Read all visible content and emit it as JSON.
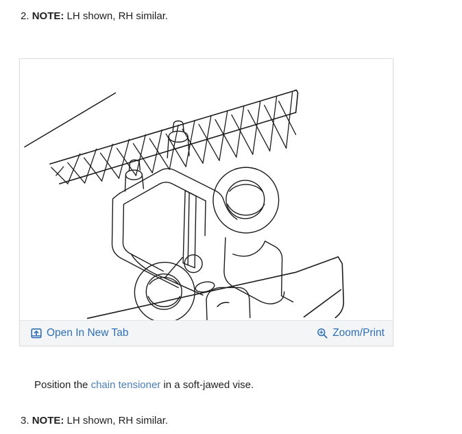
{
  "steps": [
    {
      "number": "2.",
      "note_label": "NOTE:",
      "note_text": "LH shown, RH similar."
    },
    {
      "number": "3.",
      "note_label": "NOTE:",
      "note_text": "LH shown, RH similar."
    }
  ],
  "instruction": {
    "before_link": "Position the ",
    "link_text": "chain tensioner",
    "after_link": " in a soft-jawed vise."
  },
  "figure": {
    "alt": "Chain tensioner clamped in a soft-jawed vise, line-art service illustration",
    "toolbar": {
      "open_new_tab": {
        "label": "Open In New Tab",
        "icon": "open-in-new-tab-icon"
      },
      "zoom_print": {
        "label": "Zoom/Print",
        "icon": "magnifier-plus-icon"
      }
    }
  },
  "colors": {
    "link": "#4a7ebc",
    "toolbar_link": "#2f6fb5",
    "toolbar_bg": "#f4f5f7",
    "card_border": "#dcdcdc",
    "text": "#1f1f1f",
    "line_art": "#1a1a1a"
  }
}
